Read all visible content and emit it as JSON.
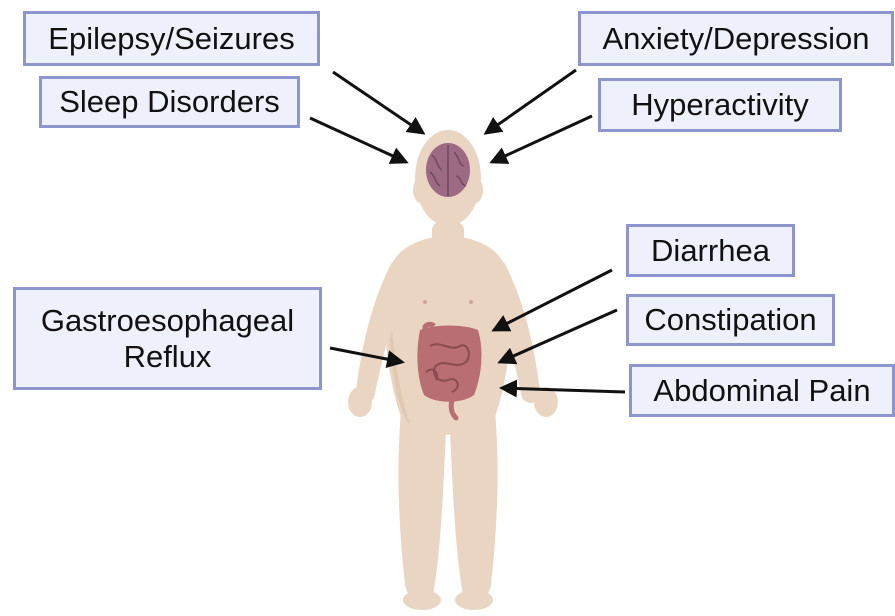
{
  "labels": {
    "epilepsy": "Epilepsy/Seizures",
    "sleep": "Sleep Disorders",
    "anxiety": "Anxiety/Depression",
    "hyperactivity": "Hyperactivity",
    "diarrhea": "Diarrhea",
    "constipation": "Constipation",
    "abdominal_pain": "Abdominal Pain",
    "gerd_line1": "Gastroesophageal",
    "gerd_line2": "Reflux"
  },
  "colors": {
    "box_fill": "#eef0fb",
    "box_border": "#8d95cf",
    "skin": "#ead5c3",
    "skin_shadow": "#d9bfa9",
    "brain": "#9c6a83",
    "intestine": "#b86e72",
    "arrow": "#111111"
  }
}
